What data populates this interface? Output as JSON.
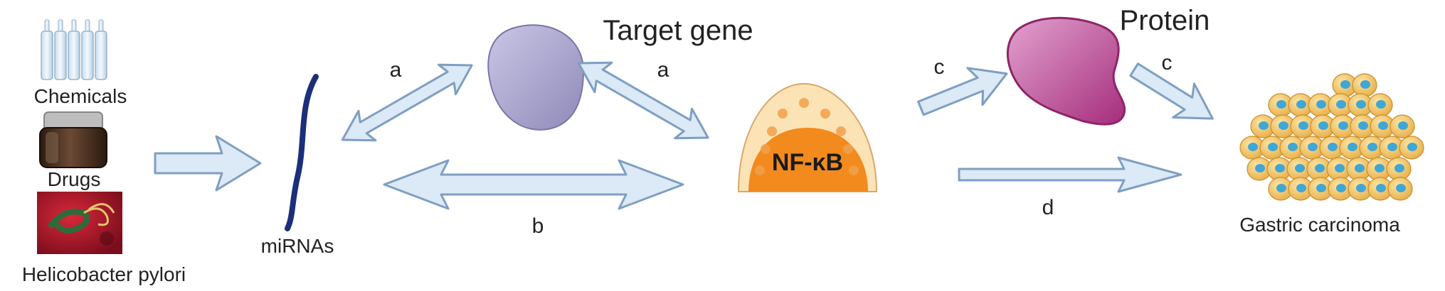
{
  "inputs": {
    "chemicals": "Chemicals",
    "drugs": "Drugs",
    "helicobacter": "Helicobacter pylori"
  },
  "mirnas": "miRNAs",
  "target_gene": "Target gene",
  "nfkb": "NF-κB",
  "protein": "Protein",
  "gastric": "Gastric carcinoma",
  "pathway_letters": {
    "a_left": "a",
    "a_right": "a",
    "b": "b",
    "c_left": "c",
    "c_right": "c",
    "d": "d"
  },
  "colors": {
    "arrow_fill": "#dce9f6",
    "arrow_stroke": "#7e9fc2",
    "target_gene": "#aaa6d0",
    "protein": "#c04a94",
    "nfkb_outer": "#fbe3b6",
    "nfkb_inner": "#f28a1e",
    "cell": "#f3c56a",
    "nucleus": "#3fa7d6",
    "mirna": "#1d2f7a"
  }
}
